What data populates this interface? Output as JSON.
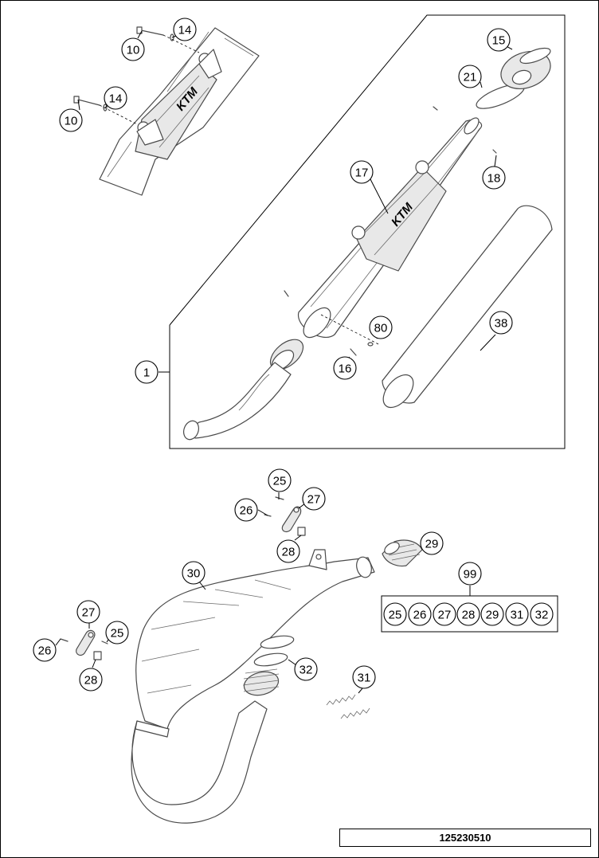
{
  "drawing_number": "125230510",
  "callouts": {
    "c1": "1",
    "c10a": "10",
    "c10b": "10",
    "c14a": "14",
    "c14b": "14",
    "c15": "15",
    "c16": "16",
    "c17": "17",
    "c18": "18",
    "c21": "21",
    "c38": "38",
    "c80": "80",
    "c25a": "25",
    "c26a": "26",
    "c27a": "27",
    "c28a": "28",
    "c29": "29",
    "c30": "30",
    "c25b": "25",
    "c26b": "26",
    "c27b": "27",
    "c28b": "28",
    "c31": "31",
    "c32": "32",
    "c99": "99"
  },
  "kit_99_parts": [
    "25",
    "26",
    "27",
    "28",
    "29",
    "31",
    "32"
  ]
}
